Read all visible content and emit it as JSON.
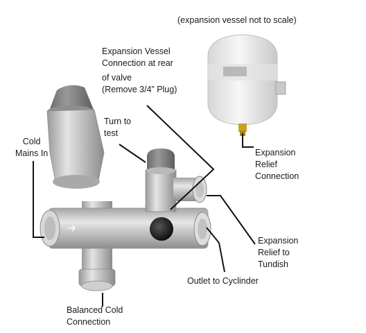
{
  "labels": {
    "vessel_note": "(expansion vessel not to scale)",
    "vessel_connection": [
      "Expansion Vessel",
      "Connection at rear",
      "of valve",
      "(Remove 3/4” Plug)"
    ],
    "turn_to_test": [
      "Turn to",
      "test"
    ],
    "cold_mains_in": [
      "Cold",
      "Mains In"
    ],
    "expansion_relief_connection": [
      "Expansion",
      "Relief",
      "Connection"
    ],
    "expansion_relief_tundish": [
      "Expansion",
      "Relief to",
      "Tundish"
    ],
    "outlet_cylinder": "Outlet to Cyclinder",
    "balanced_cold": [
      "Balanced Cold",
      "Connection"
    ]
  },
  "colors": {
    "leader": "#111111",
    "metal_light": "#dcdcdc",
    "metal_mid": "#b4b4b4",
    "metal_dark": "#7a7a7a",
    "cap_grey": "#7d7d7d",
    "vessel_white": "#eeeeee",
    "brass": "#c9a227"
  }
}
